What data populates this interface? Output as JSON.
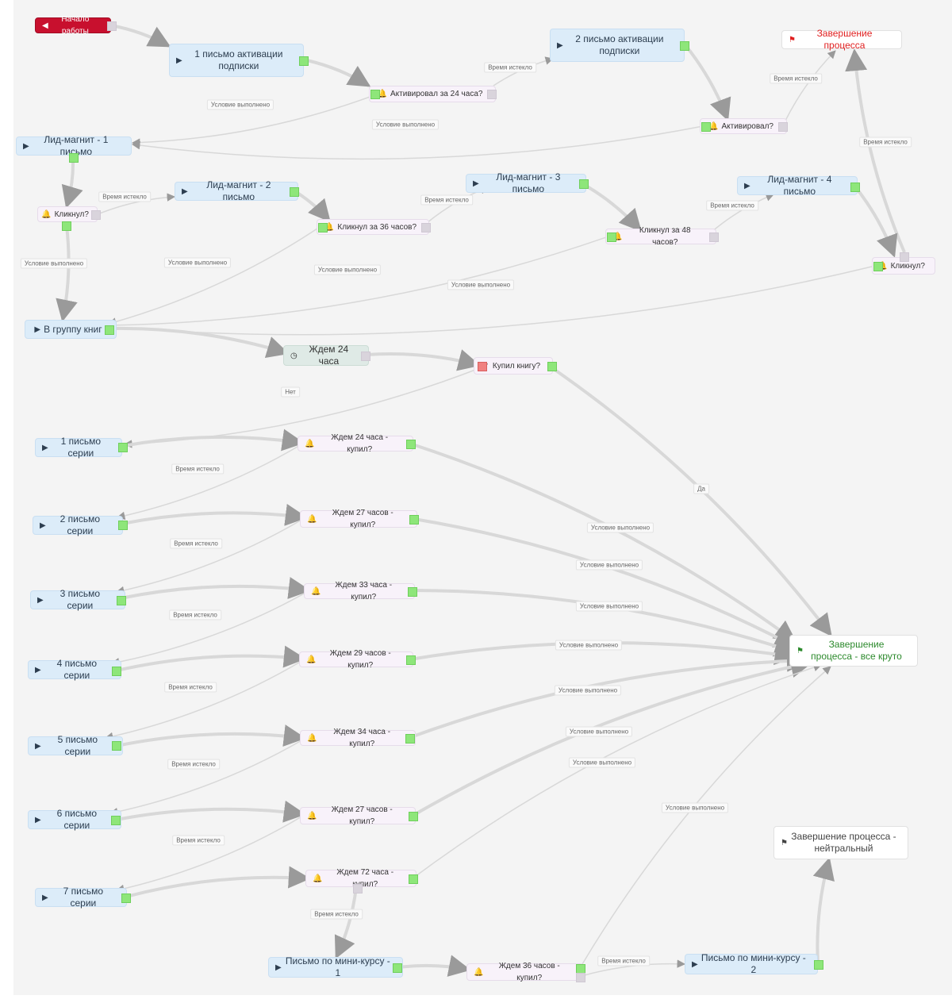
{
  "colors": {
    "action_bg": "#dcecf9",
    "check_bg": "#f8f2fa",
    "wait_bg": "#dfeae6",
    "start_bg": "#c8102e",
    "port_green": "#8ee67a",
    "end_red_text": "#e02020",
    "end_green_text": "#2d8a2d",
    "edge": "#d8d8d8"
  },
  "nodes": {
    "start": {
      "label": "Начало работы",
      "icon": "start-icon"
    },
    "a1": {
      "label": "1 письмо активации подписки",
      "icon": "play-icon"
    },
    "a2": {
      "label": "2 письмо активации подписки",
      "icon": "play-icon"
    },
    "chk_act24": {
      "label": "Активировал за 24 часа?",
      "icon": "bell-icon"
    },
    "chk_act": {
      "label": "Активировал?",
      "icon": "bell-icon"
    },
    "end_red": {
      "label": "Завершение процесса",
      "icon": "flag-icon"
    },
    "lm1": {
      "label": "Лид-магнит - 1 письмо",
      "icon": "play-icon"
    },
    "lm2": {
      "label": "Лид-магнит - 2 письмо",
      "icon": "play-icon"
    },
    "lm3": {
      "label": "Лид-магнит - 3 письмо",
      "icon": "play-icon"
    },
    "lm4": {
      "label": "Лид-магнит - 4 письмо",
      "icon": "play-icon"
    },
    "click1": {
      "label": "Кликнул?",
      "icon": "bell-icon"
    },
    "click36": {
      "label": "Кликнул за 36 часов?",
      "icon": "bell-icon"
    },
    "click48": {
      "label": "Кликнул за 48 часов?",
      "icon": "bell-icon"
    },
    "click4": {
      "label": "Кликнул?",
      "icon": "bell-icon"
    },
    "group": {
      "label": "В группу книг",
      "icon": "play-icon"
    },
    "wait24": {
      "label": "Ждем 24 часа",
      "icon": "clock-icon"
    },
    "bought": {
      "label": "Купил книгу?",
      "icon": "filter-icon"
    },
    "s1": {
      "label": "1 письмо серии",
      "icon": "play-icon"
    },
    "s2": {
      "label": "2 письмо серии",
      "icon": "play-icon"
    },
    "s3": {
      "label": "3 письмо серии",
      "icon": "play-icon"
    },
    "s4": {
      "label": "4 письмо серии",
      "icon": "play-icon"
    },
    "s5": {
      "label": "5 письмо серии",
      "icon": "play-icon"
    },
    "s6": {
      "label": "6 письмо серии",
      "icon": "play-icon"
    },
    "s7": {
      "label": "7 письмо серии",
      "icon": "play-icon"
    },
    "w1": {
      "label": "Ждем 24 часа - купил?",
      "icon": "bell-icon"
    },
    "w2": {
      "label": "Ждем 27 часов - купил?",
      "icon": "bell-icon"
    },
    "w3": {
      "label": "Ждем 33 часа - купил?",
      "icon": "bell-icon"
    },
    "w4": {
      "label": "Ждем 29 часов - купил?",
      "icon": "bell-icon"
    },
    "w5": {
      "label": "Ждем 34 часа - купил?",
      "icon": "bell-icon"
    },
    "w6": {
      "label": "Ждем 27 часов - купил?",
      "icon": "bell-icon"
    },
    "w7": {
      "label": "Ждем 72 часа - купил?",
      "icon": "bell-icon"
    },
    "end_all": {
      "label": "Завершение процесса - все круто",
      "icon": "flag-icon"
    },
    "mini1": {
      "label": "Письмо по мини-курсу - 1",
      "icon": "play-icon"
    },
    "wmini": {
      "label": "Ждем 36 часов - купил?",
      "icon": "bell-icon"
    },
    "mini2": {
      "label": "Письмо по мини-курсу - 2",
      "icon": "play-icon"
    },
    "end_neutral": {
      "label": "Завершение процесса - нейтральный",
      "icon": "flag-icon"
    }
  },
  "edge_labels": {
    "time": "Время истекло",
    "cond": "Условие выполнено",
    "no": "Нет",
    "yes": "Да"
  }
}
